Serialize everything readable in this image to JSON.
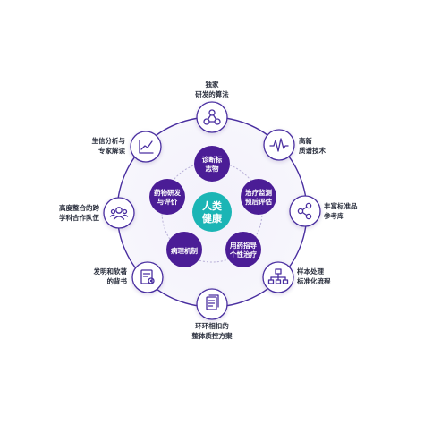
{
  "center": {
    "line1": "人类",
    "line2": "健康",
    "color": "#1bb5b5"
  },
  "inner_color": "#4b1d96",
  "inner_nodes": [
    {
      "line1": "诊断标",
      "line2": "志物"
    },
    {
      "line1": "治疗监测",
      "line2": "预后评估"
    },
    {
      "line1": "用药指导",
      "line2": "个性治疗"
    },
    {
      "line1": "病理机制",
      "line2": ""
    },
    {
      "line1": "药物研发",
      "line2": "与评价"
    }
  ],
  "outer_nodes": [
    {
      "icon": "network-flask-icon",
      "label1": "独家",
      "label2": "研发的算法"
    },
    {
      "icon": "waveform-icon",
      "label1": "高新",
      "label2": "质谱技术"
    },
    {
      "icon": "share-nodes-icon",
      "label1": "丰富标准品",
      "label2": "参考库"
    },
    {
      "icon": "hierarchy-icon",
      "label1": "样本处理",
      "label2": "标准化流程"
    },
    {
      "icon": "document-list-icon",
      "label1": "环环相扣的",
      "label2": "整体质控方案"
    },
    {
      "icon": "certificate-icon",
      "label1": "发明和软著",
      "label2": "的背书"
    },
    {
      "icon": "team-icon",
      "label1": "高度整合的跨",
      "label2": "学科合作队伍"
    },
    {
      "icon": "line-chart-icon",
      "label1": "生信分析与",
      "label2": "专家解读"
    }
  ]
}
